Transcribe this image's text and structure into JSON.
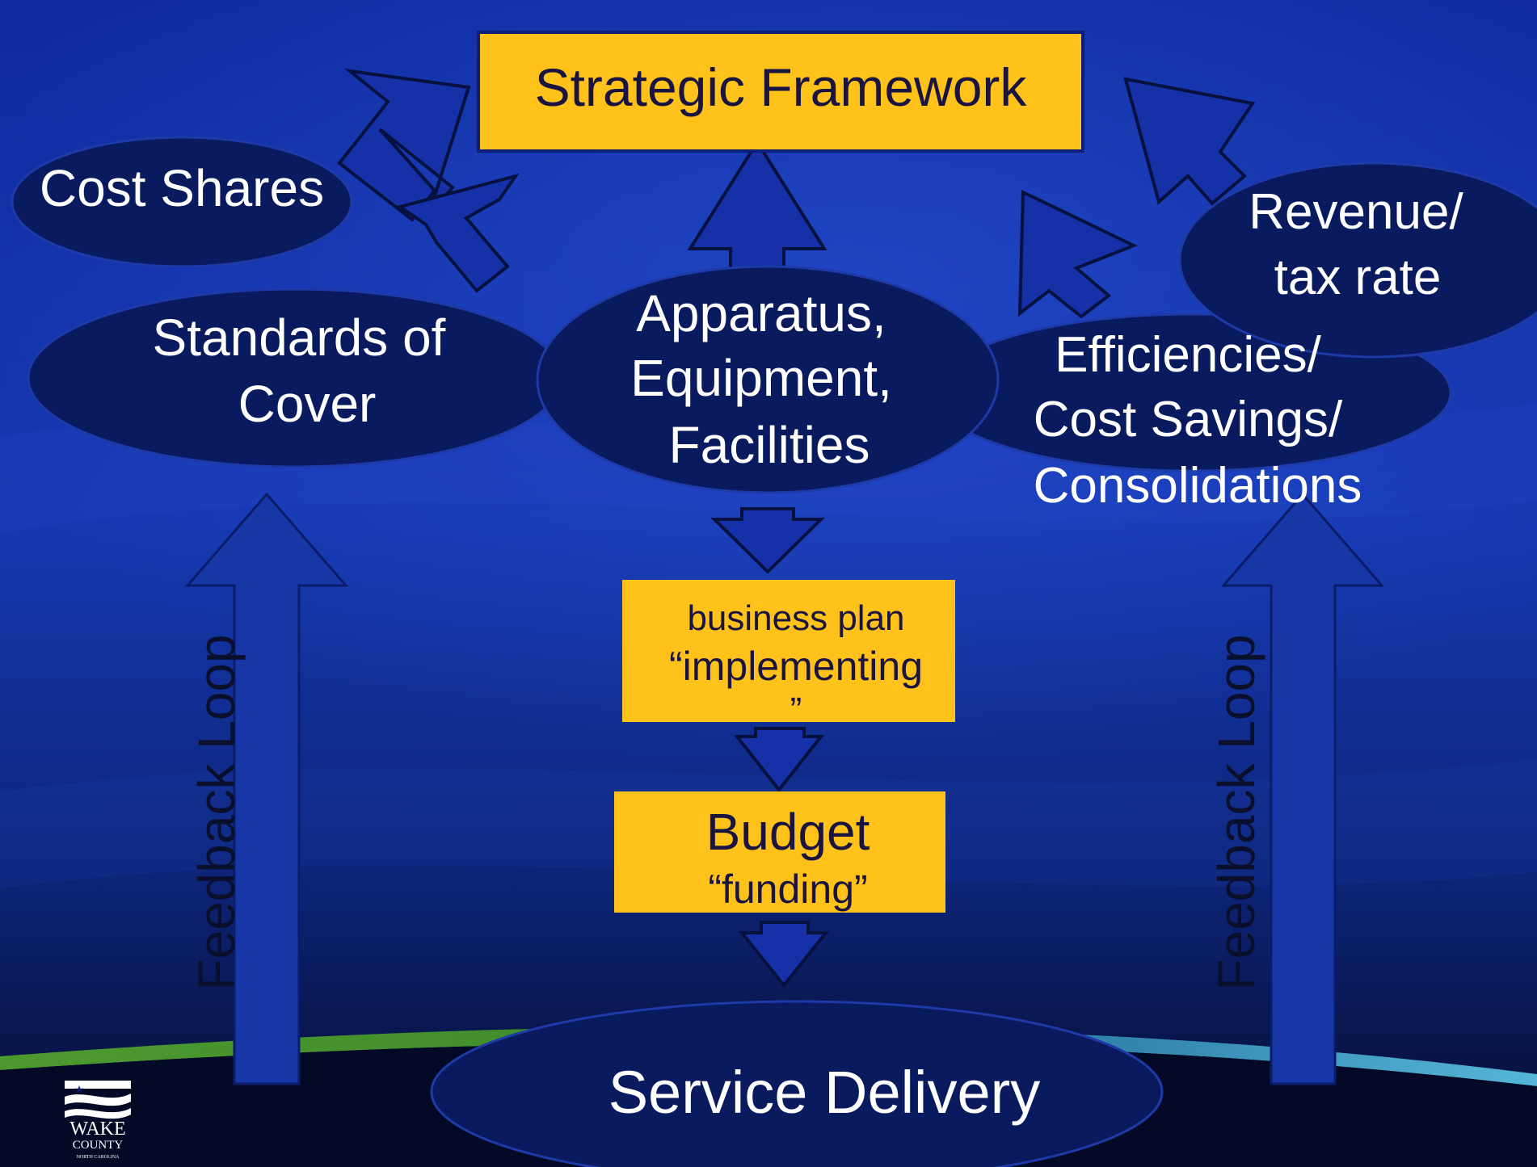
{
  "colors": {
    "background_top": "#0f2a9e",
    "background_bottom": "#060b2c",
    "ellipse_fill": "#0a1a5e",
    "ellipse_stroke": "#1d3aa8",
    "box_fill": "#ffc21a",
    "arrow_fill": "#1630a8",
    "arrow_stroke": "#06113f",
    "feedback_arrow": "#1737a6",
    "ground_green": "#3f8a2c",
    "ground_teal": "#3aa3c8"
  },
  "diagram": {
    "top_box": {
      "label": "Strategic Framework"
    },
    "ellipses": {
      "cost_shares": {
        "lines": [
          "Cost Shares"
        ]
      },
      "standards_of_cover": {
        "lines": [
          "Standards of",
          "Cover"
        ]
      },
      "apparatus": {
        "lines": [
          "Apparatus,",
          "Equipment,",
          "Facilities"
        ]
      },
      "revenue": {
        "lines": [
          "Revenue/",
          "tax rate"
        ]
      },
      "efficiencies": {
        "lines": [
          "Efficiencies/",
          "Cost Savings/",
          "Consolidations"
        ]
      },
      "service_delivery": {
        "lines": [
          "Service Delivery"
        ]
      }
    },
    "business_plan_box": {
      "line1": "business plan",
      "line2": "“implementing",
      "line3": "”"
    },
    "budget_box": {
      "line1": "Budget",
      "line2": "“funding”"
    },
    "feedback_loops": {
      "left_label": "Feedback Loop",
      "right_label": "Feedback Loop"
    }
  },
  "logo": {
    "line1": "WAKE",
    "line2": "COUNTY",
    "line3": "NORTH CAROLINA"
  }
}
